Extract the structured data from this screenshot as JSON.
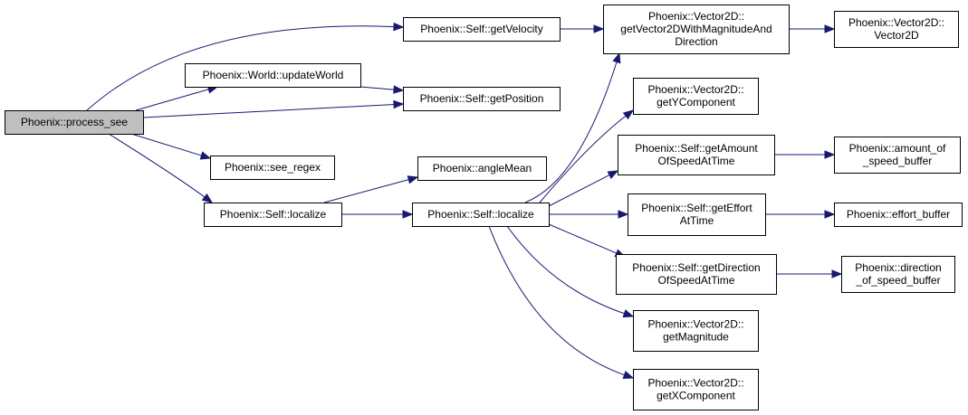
{
  "nodes": [
    {
      "id": "process_see",
      "lines": [
        "Phoenix::process_see"
      ],
      "root": true
    },
    {
      "id": "getVelocity",
      "lines": [
        "Phoenix::Self::getVelocity"
      ]
    },
    {
      "id": "updateWorld",
      "lines": [
        "Phoenix::World::updateWorld"
      ]
    },
    {
      "id": "getPosition",
      "lines": [
        "Phoenix::Self::getPosition"
      ]
    },
    {
      "id": "see_regex",
      "lines": [
        "Phoenix::see_regex"
      ]
    },
    {
      "id": "localize_outer",
      "lines": [
        "Phoenix::Self::localize"
      ]
    },
    {
      "id": "angleMean",
      "lines": [
        "Phoenix::angleMean"
      ]
    },
    {
      "id": "localize_inner",
      "lines": [
        "Phoenix::Self::localize"
      ]
    },
    {
      "id": "getVector2DWithMagnitudeAndDirection",
      "lines": [
        "Phoenix::Vector2D::",
        "getVector2DWithMagnitudeAnd",
        "Direction"
      ]
    },
    {
      "id": "Vector2D",
      "lines": [
        "Phoenix::Vector2D::",
        "Vector2D"
      ]
    },
    {
      "id": "getYComponent",
      "lines": [
        "Phoenix::Vector2D::",
        "getYComponent"
      ]
    },
    {
      "id": "getAmountOfSpeedAtTime",
      "lines": [
        "Phoenix::Self::getAmount",
        "OfSpeedAtTime"
      ]
    },
    {
      "id": "amount_of_speed_buffer",
      "lines": [
        "Phoenix::amount_of",
        "_speed_buffer"
      ]
    },
    {
      "id": "getEffortAtTime",
      "lines": [
        "Phoenix::Self::getEffort",
        "AtTime"
      ]
    },
    {
      "id": "effort_buffer",
      "lines": [
        "Phoenix::effort_buffer"
      ]
    },
    {
      "id": "getDirectionOfSpeedAtTime",
      "lines": [
        "Phoenix::Self::getDirection",
        "OfSpeedAtTime"
      ]
    },
    {
      "id": "direction_of_speed_buffer",
      "lines": [
        "Phoenix::direction",
        "_of_speed_buffer"
      ]
    },
    {
      "id": "getMagnitude",
      "lines": [
        "Phoenix::Vector2D::",
        "getMagnitude"
      ]
    },
    {
      "id": "getXComponent",
      "lines": [
        "Phoenix::Vector2D::",
        "getXComponent"
      ]
    }
  ],
  "edges": [
    {
      "from": "process_see",
      "to": "getVelocity"
    },
    {
      "from": "process_see",
      "to": "updateWorld"
    },
    {
      "from": "process_see",
      "to": "getPosition"
    },
    {
      "from": "process_see",
      "to": "see_regex"
    },
    {
      "from": "process_see",
      "to": "localize_outer"
    },
    {
      "from": "updateWorld",
      "to": "getPosition"
    },
    {
      "from": "getVelocity",
      "to": "getVector2DWithMagnitudeAndDirection"
    },
    {
      "from": "getVector2DWithMagnitudeAndDirection",
      "to": "Vector2D"
    },
    {
      "from": "localize_outer",
      "to": "angleMean"
    },
    {
      "from": "localize_outer",
      "to": "localize_inner"
    },
    {
      "from": "localize_inner",
      "to": "getVector2DWithMagnitudeAndDirection"
    },
    {
      "from": "localize_inner",
      "to": "getYComponent"
    },
    {
      "from": "localize_inner",
      "to": "getAmountOfSpeedAtTime"
    },
    {
      "from": "localize_inner",
      "to": "getEffortAtTime"
    },
    {
      "from": "localize_inner",
      "to": "getDirectionOfSpeedAtTime"
    },
    {
      "from": "localize_inner",
      "to": "getMagnitude"
    },
    {
      "from": "localize_inner",
      "to": "getXComponent"
    },
    {
      "from": "getAmountOfSpeedAtTime",
      "to": "amount_of_speed_buffer"
    },
    {
      "from": "getEffortAtTime",
      "to": "effort_buffer"
    },
    {
      "from": "getDirectionOfSpeedAtTime",
      "to": "direction_of_speed_buffer"
    }
  ],
  "colors": {
    "edge": "#191970",
    "root_fill": "#bfbfbf",
    "node_fill": "#ffffff",
    "node_border": "#000000"
  }
}
